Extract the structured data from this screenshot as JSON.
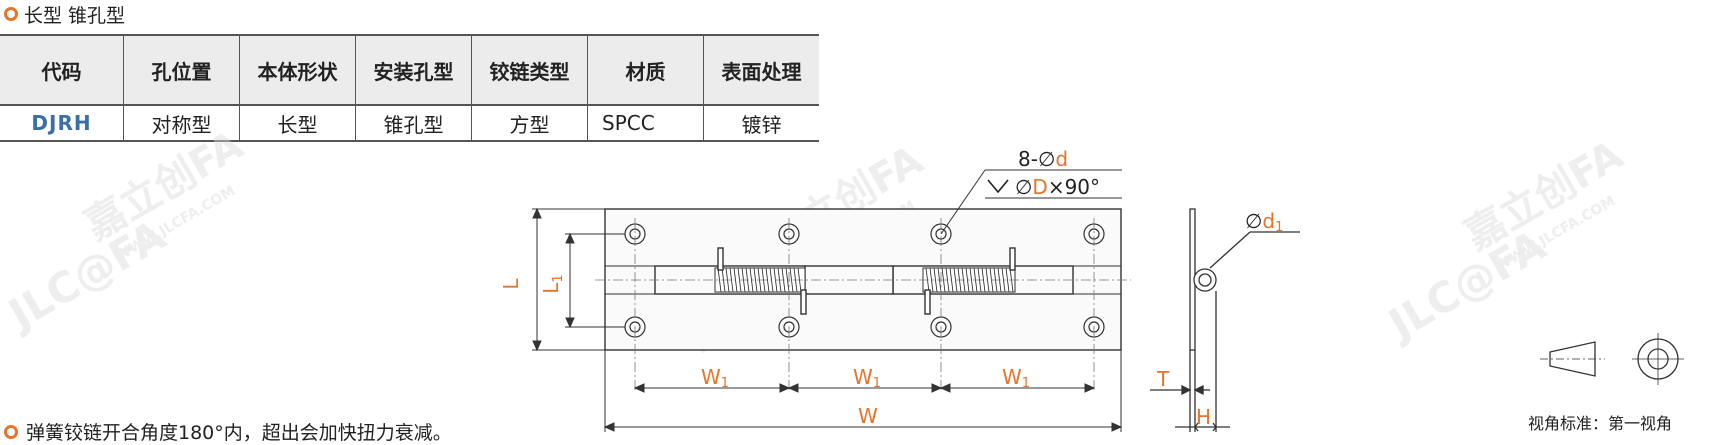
{
  "section": {
    "title": "长型 锥孔型",
    "ring_color": "#e8742a"
  },
  "table": {
    "headers": [
      "代码",
      "孔位置",
      "本体形状",
      "安装孔型",
      "铰链类型",
      "材质",
      "表面处理"
    ],
    "row": [
      "DJRH",
      "对称型",
      "长型",
      "锥孔型",
      "方型",
      "SPCC",
      "镀锌"
    ],
    "code_color": "#3a6fa8"
  },
  "drawing": {
    "hole_spec_prefix": "8-∅",
    "hole_spec_var": "d",
    "countersink_prefix": "∅",
    "countersink_var": "D",
    "countersink_suffix": "×90°",
    "pin_dia_prefix": "∅",
    "pin_dia_var": "d",
    "pin_dia_sub": "1",
    "dim_L": "L",
    "dim_L1": "L",
    "dim_L1_sub": "1",
    "dim_W1": "W",
    "dim_W1_sub": "1",
    "dim_W": "W",
    "dim_T": "T",
    "dim_H": "H",
    "accent_color": "#e8742a"
  },
  "watermark": {
    "brand": "嘉立创FA",
    "logo": "JLC@FA",
    "url": "WWW.JLCFA.COM"
  },
  "projection": {
    "label": "视角标准：第一视角"
  },
  "note": {
    "text": "弹簧铰链开合角度180°内，超出会加快扭力衰减。"
  }
}
